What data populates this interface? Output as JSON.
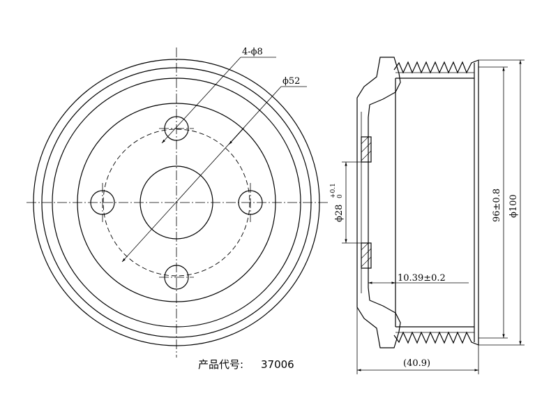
{
  "drawing": {
    "product_code_label": "产品代号:",
    "product_code": "37006",
    "front_view": {
      "hole_callout": "4-ϕ8",
      "bolt_circle_callout": "ϕ52"
    },
    "section_view": {
      "bore_dim": "ϕ28",
      "bore_tol_upper": "+0.1",
      "bore_tol_lower": "0",
      "groove_depth_dim": "10.39±0.2",
      "groove_diameter_dim": "96±0.8",
      "outer_diameter_dim": "ϕ100",
      "width_dim": "(40.9)"
    }
  }
}
